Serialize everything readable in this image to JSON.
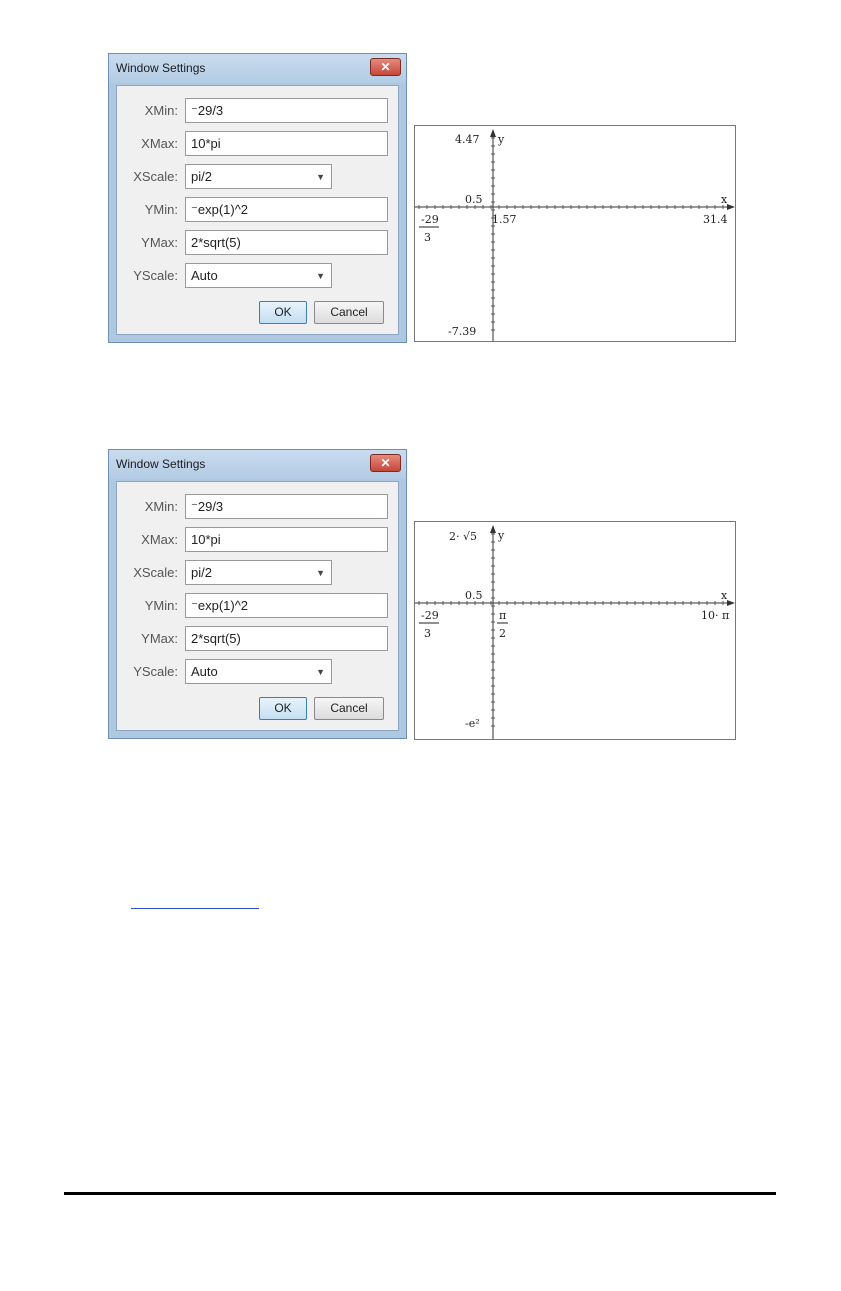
{
  "dialog_top": {
    "title": "Window Settings",
    "close_glyph": "✕",
    "fields": [
      {
        "label": "XMin:",
        "value": "⁻29/3"
      },
      {
        "label": "XMax:",
        "value": "10*pi"
      },
      {
        "label": "XScale:",
        "value": "pi/2"
      },
      {
        "label": "YMin:",
        "value": "⁻exp(1)^2"
      },
      {
        "label": "YMax:",
        "value": "2*sqrt(5)"
      },
      {
        "label": "YScale:",
        "value": "Auto"
      }
    ],
    "ok_label": "OK",
    "cancel_label": "Cancel"
  },
  "dialog_bottom": {
    "title": "Window Settings",
    "close_glyph": "✕",
    "fields": [
      {
        "label": "XMin:",
        "value": "⁻29/3"
      },
      {
        "label": "XMax:",
        "value": "10*pi"
      },
      {
        "label": "XScale:",
        "value": "pi/2"
      },
      {
        "label": "YMin:",
        "value": "⁻exp(1)^2"
      },
      {
        "label": "YMax:",
        "value": "2*sqrt(5)"
      },
      {
        "label": "YScale:",
        "value": "Auto"
      }
    ],
    "ok_label": "OK",
    "cancel_label": "Cancel"
  },
  "graph_top": {
    "y_axis_label": "y",
    "x_axis_label": "x",
    "ymax_label": "4.47",
    "yscale_label": "0.5",
    "ymin_label": "-7.39",
    "xmin_num": "-29",
    "xmin_den": "3",
    "xscale_label": "1.57",
    "xmax_label": "31.4"
  },
  "graph_bottom": {
    "y_axis_label": "y",
    "x_axis_label": "x",
    "ymax_label": "2· √5",
    "yscale_label": "0.5",
    "ymin_label": "-e²",
    "xmin_num": "-29",
    "xmin_den": "3",
    "xscale_num": "π",
    "xscale_den": "2",
    "xmax_label": "10· π"
  },
  "colors": {
    "dialog_frame": "#aec8e2",
    "close_button": "#c7473a",
    "link_underline": "#2a4fd8"
  }
}
